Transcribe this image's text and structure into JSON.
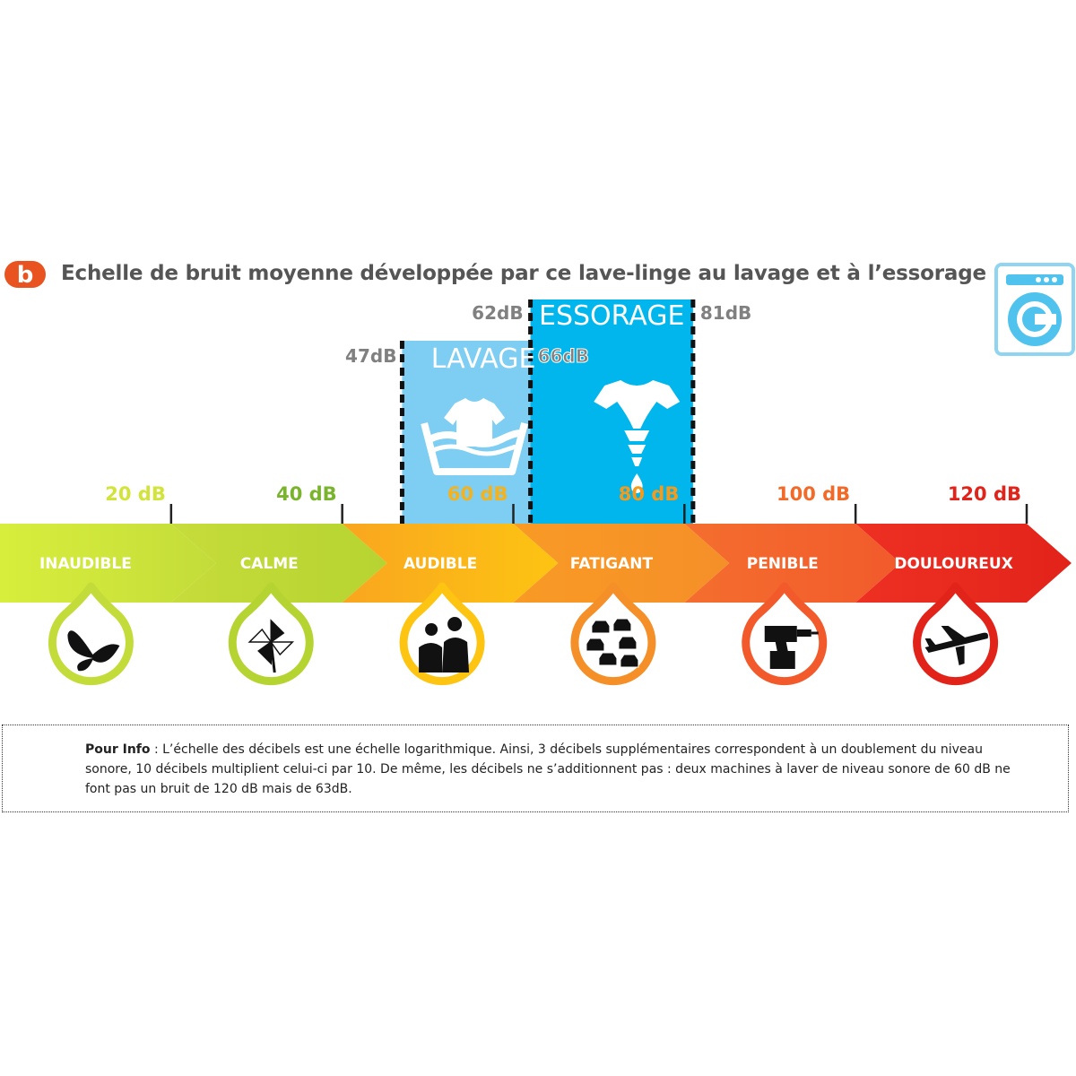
{
  "header": {
    "title": "Echelle de bruit moyenne développée par ce lave-linge au lavage et à l’essorage"
  },
  "colors": {
    "brand": "#e8531f",
    "wash_box": "#7ecdf2",
    "spin_box": "#00b6ec",
    "machine_icon": "#4fc3ee",
    "grey_text": "#808080"
  },
  "scale": {
    "min_db": 0,
    "max_db": 120,
    "ticks": [
      {
        "label": "20 dB",
        "db": 20,
        "color": "#d2e33a"
      },
      {
        "label": "40 dB",
        "db": 40,
        "color": "#7ab42f"
      },
      {
        "label": "60 dB",
        "db": 60,
        "color": "#f5b21b"
      },
      {
        "label": "80 dB",
        "db": 80,
        "color": "#f59a1b"
      },
      {
        "label": "100 dB",
        "db": 100,
        "color": "#f26a2a"
      },
      {
        "label": "120 dB",
        "db": 120,
        "color": "#e2231a"
      }
    ],
    "bands": [
      {
        "label": "INAUDIBLE",
        "color_start": "#d8ee3c",
        "color_end": "#c4dc3a",
        "icon": "butterfly-icon"
      },
      {
        "label": "CALME",
        "color_start": "#c6dc3a",
        "color_end": "#b6d431",
        "icon": "pinwheel-icon"
      },
      {
        "label": "AUDIBLE",
        "color_start": "#f9a61f",
        "color_end": "#fdc412",
        "icon": "people-talking-icon"
      },
      {
        "label": "FATIGANT",
        "color_start": "#f99a25",
        "color_end": "#f58f28",
        "icon": "traffic-cars-icon"
      },
      {
        "label": "PENIBLE",
        "color_start": "#f46e2e",
        "color_end": "#f25a2c",
        "icon": "power-drill-icon"
      },
      {
        "label": "DOULOUREUX",
        "color_start": "#ee3023",
        "color_end": "#e2231a",
        "icon": "airplane-icon"
      }
    ]
  },
  "wash": {
    "label": "LAVAGE",
    "min_label": "47dB",
    "max_label": "66dB",
    "min_db": 47,
    "max_db": 66,
    "icon": "wash-tshirt-icon"
  },
  "spin": {
    "label": "ESSORAGE",
    "min_label": "62dB",
    "max_label": "81dB",
    "min_db": 62,
    "max_db": 81,
    "icon": "spin-tshirt-icon"
  },
  "info": {
    "lead": "Pour Info",
    "text": " : L’échelle des décibels est une échelle logarithmique. Ainsi, 3 décibels supplémentaires correspondent à un doublement du niveau sonore, 10 décibels multiplient celui-ci par 10. De même, les décibels ne s’additionnent pas : deux machines à laver de niveau sonore de 60 dB ne font pas un bruit de 120 dB mais de 63dB."
  }
}
